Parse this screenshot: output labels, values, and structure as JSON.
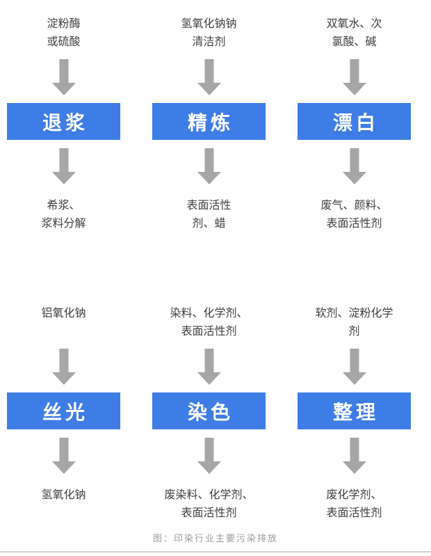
{
  "caption": "图：印染行业主要污染排放",
  "colors": {
    "stage_box_bg": "#3e7de6",
    "stage_box_text": "#ffffff",
    "arrow": "#a6a6a6",
    "body_text": "#3f3f3f",
    "caption_text": "#9b9b9b",
    "divider": "#d2d2d2",
    "background": "#ffffff"
  },
  "rows": [
    {
      "cells": [
        {
          "input_lines": [
            "淀粉酶",
            "或硫酸"
          ],
          "stage": "退浆",
          "output_lines": [
            "希浆、",
            "浆料分解"
          ]
        },
        {
          "input_lines": [
            "氢氧化钠钠",
            "清洁剂"
          ],
          "stage": "精炼",
          "output_lines": [
            "表面活性",
            "剂、蜡"
          ]
        },
        {
          "input_lines": [
            "双氧水、次",
            "氯酸、碱"
          ],
          "stage": "漂白",
          "output_lines": [
            "废气、颜料、",
            "表面活性剂"
          ]
        }
      ]
    },
    {
      "cells": [
        {
          "input_lines": [
            "铝氧化钠"
          ],
          "stage": "丝光",
          "output_lines": [
            "氢氧化钠"
          ]
        },
        {
          "input_lines": [
            "染料、化学剂、",
            "表面活性剂"
          ],
          "stage": "染色",
          "output_lines": [
            "废染料、化学剂、",
            "表面活性剂"
          ]
        },
        {
          "input_lines": [
            "软剂、淀粉化学",
            "剂"
          ],
          "stage": "整理",
          "output_lines": [
            "废化学剂、",
            "表面活性剂"
          ]
        }
      ]
    }
  ]
}
